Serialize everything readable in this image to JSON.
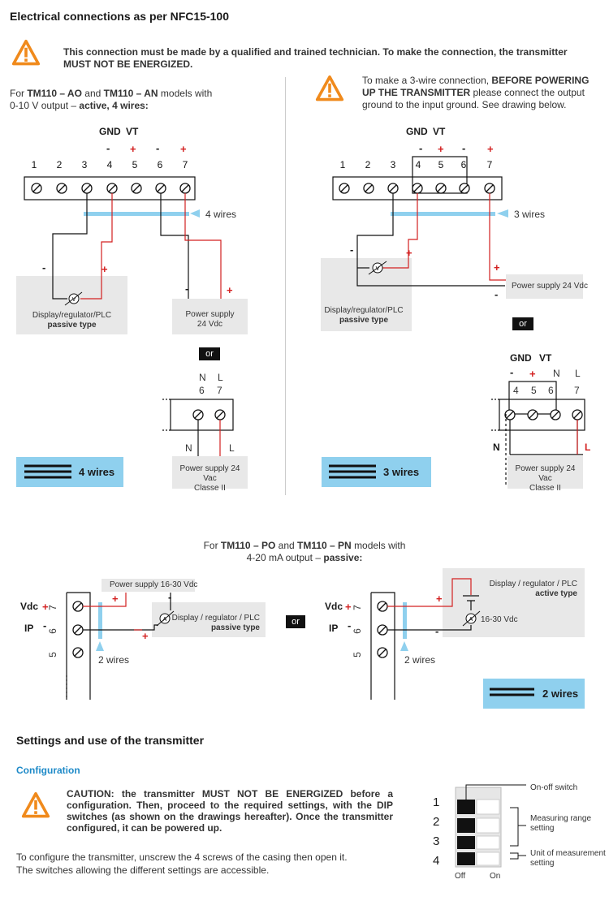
{
  "header": {
    "title": "Electrical connections as per NFC15-100",
    "warning_text": "This connection must be made by a qualified and trained technician. To make the connection, the transmitter",
    "warning_bold": "MUST NOT BE ENERGIZED."
  },
  "left_panel": {
    "intro_prefix": "For",
    "model1": "TM110 – AO",
    "and": "and",
    "model2": "TM110 – AN",
    "intro_suffix": "models with",
    "line2_prefix": "0-10 V output –",
    "line2_bold": "active, 4 wires:",
    "gnd": "GND",
    "vt": "VT",
    "terminals": [
      "1",
      "2",
      "3",
      "4",
      "5",
      "6",
      "7"
    ],
    "signs": [
      "-",
      "+",
      "-",
      "+"
    ],
    "wires_label": "4 wires",
    "display_box": {
      "minus": "-",
      "plus": "+",
      "line1": "Display/regulator/PLC",
      "line2": "passive type",
      "meter": "V"
    },
    "supply_box": {
      "minus": "-",
      "plus": "+",
      "line1": "Power supply",
      "line2": "24 Vdc"
    },
    "or": "or",
    "ac_box": {
      "n": "N",
      "l": "L",
      "t6": "6",
      "t7": "7",
      "wn": "N",
      "wl": "L",
      "line1": "Power supply 24 Vac",
      "line2": "Classe II"
    },
    "legend": "4 wires"
  },
  "right_panel": {
    "note_prefix": "To make a 3-wire connection,",
    "note_bold": "BEFORE POWERING UP THE TRANSMITTER",
    "note_suffix": "please connect the output ground to the input ground. See drawing below.",
    "gnd": "GND",
    "vt": "VT",
    "terminals": [
      "1",
      "2",
      "3",
      "4",
      "5",
      "6",
      "7"
    ],
    "signs": [
      "-",
      "+",
      "-",
      "+"
    ],
    "wires_label": "3 wires",
    "display_box": {
      "minus": "-",
      "plus": "+",
      "line1": "Display/regulator/PLC",
      "line2": "passive type",
      "meter": "V"
    },
    "supply_label": "Power supply 24 Vdc",
    "supply_plus": "+",
    "supply_minus": "-",
    "or": "or",
    "ac": {
      "gnd": "GND",
      "vt": "VT",
      "minus": "-",
      "plus": "+",
      "n": "N",
      "l": "L",
      "t": [
        "4",
        "5",
        "6",
        "7"
      ],
      "wn": "N",
      "wl": "L",
      "line1": "Power supply 24 Vac",
      "line2": "Classe II"
    },
    "legend": "3 wires"
  },
  "passive_section": {
    "intro_prefix": "For",
    "model1": "TM110 – PO",
    "and": "and",
    "model2": "TM110 – PN",
    "intro_suffix": "models with",
    "line2_prefix": "4-20 mA output –",
    "line2_bold": "passive:",
    "left": {
      "vdc": "Vdc",
      "plus": "+",
      "ip": "IP",
      "minus": "-",
      "t7": "7",
      "t6": "6",
      "t5": "5",
      "supply": "Power supply 16-30 Vdc",
      "display1": "Display / regulator / PLC",
      "display2": "passive type",
      "wires": "2 wires",
      "wplus": "+",
      "wplus2": "+",
      "wminus": "-",
      "meter": "A"
    },
    "or": "or",
    "right": {
      "vdc": "Vdc",
      "plus": "+",
      "ip": "IP",
      "minus": "-",
      "t7": "7",
      "t6": "6",
      "t5": "5",
      "display1": "Display / regulator / PLC",
      "display2": "active type",
      "volt": "16-30 Vdc",
      "wires": "2 wires",
      "wplus": "+",
      "wminus": "-",
      "meter": "A"
    },
    "legend": "2 wires"
  },
  "settings": {
    "title": "Settings and use of the transmitter",
    "config_title": "Configuration",
    "caution": "CAUTION: the transmitter MUST NOT BE ENERGIZED before a configuration. Then, proceed to the required settings, with the DIP switches (as shown on the drawings hereafter). Once the transmitter configured, it can be powered up.",
    "para1": "To configure the transmitter, unscrew the 4 screws of the casing then open it.",
    "para2": "The switches allowing the different settings are accessible.",
    "dip": {
      "numbers": [
        "1",
        "2",
        "3",
        "4"
      ],
      "off": "Off",
      "on": "On",
      "onoff": "On-off switch",
      "range1": "Measuring range",
      "range2": "setting",
      "unit1": "Unit of measurement",
      "unit2": "setting"
    }
  },
  "colors": {
    "accent_blue": "#8fd0ee",
    "wire_red": "#d32020",
    "box_grey": "#e8e8e8",
    "warning_orange": "#f08a1c",
    "config_blue": "#1e8ac8"
  }
}
